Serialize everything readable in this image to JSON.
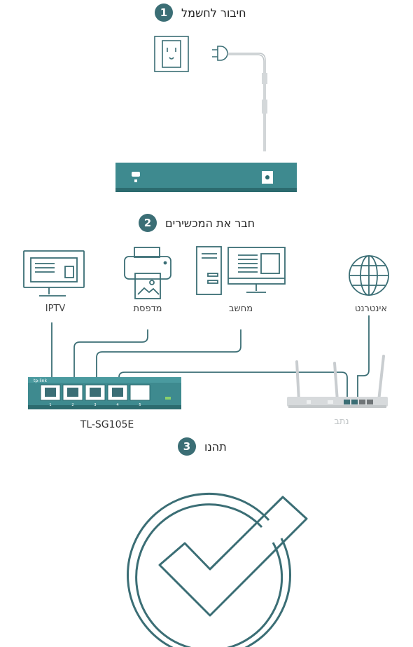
{
  "steps": [
    {
      "number": "1",
      "label": "חיבור לחשמל"
    },
    {
      "number": "2",
      "label": "חבר את המכשירים"
    },
    {
      "number": "3",
      "label": "תהנו"
    }
  ],
  "devices": {
    "iptv": "IPTV",
    "printer": "מדפסת",
    "computer": "מחשב",
    "internet": "אינטרנט",
    "router": "נתב"
  },
  "switch": {
    "model": "TL-SG105E",
    "brand": "tp-link",
    "ports": [
      "1",
      "2",
      "3",
      "4",
      "5"
    ]
  },
  "colors": {
    "teal": "#3b6e75",
    "switch_body": "#3e8a8f",
    "router_gray": "#c9cdd0"
  },
  "icons": [
    "power-outlet-icon",
    "power-plug-icon",
    "iptv-icon",
    "printer-icon",
    "computer-icon",
    "globe-icon",
    "router-icon",
    "checkmark-circle-icon"
  ]
}
